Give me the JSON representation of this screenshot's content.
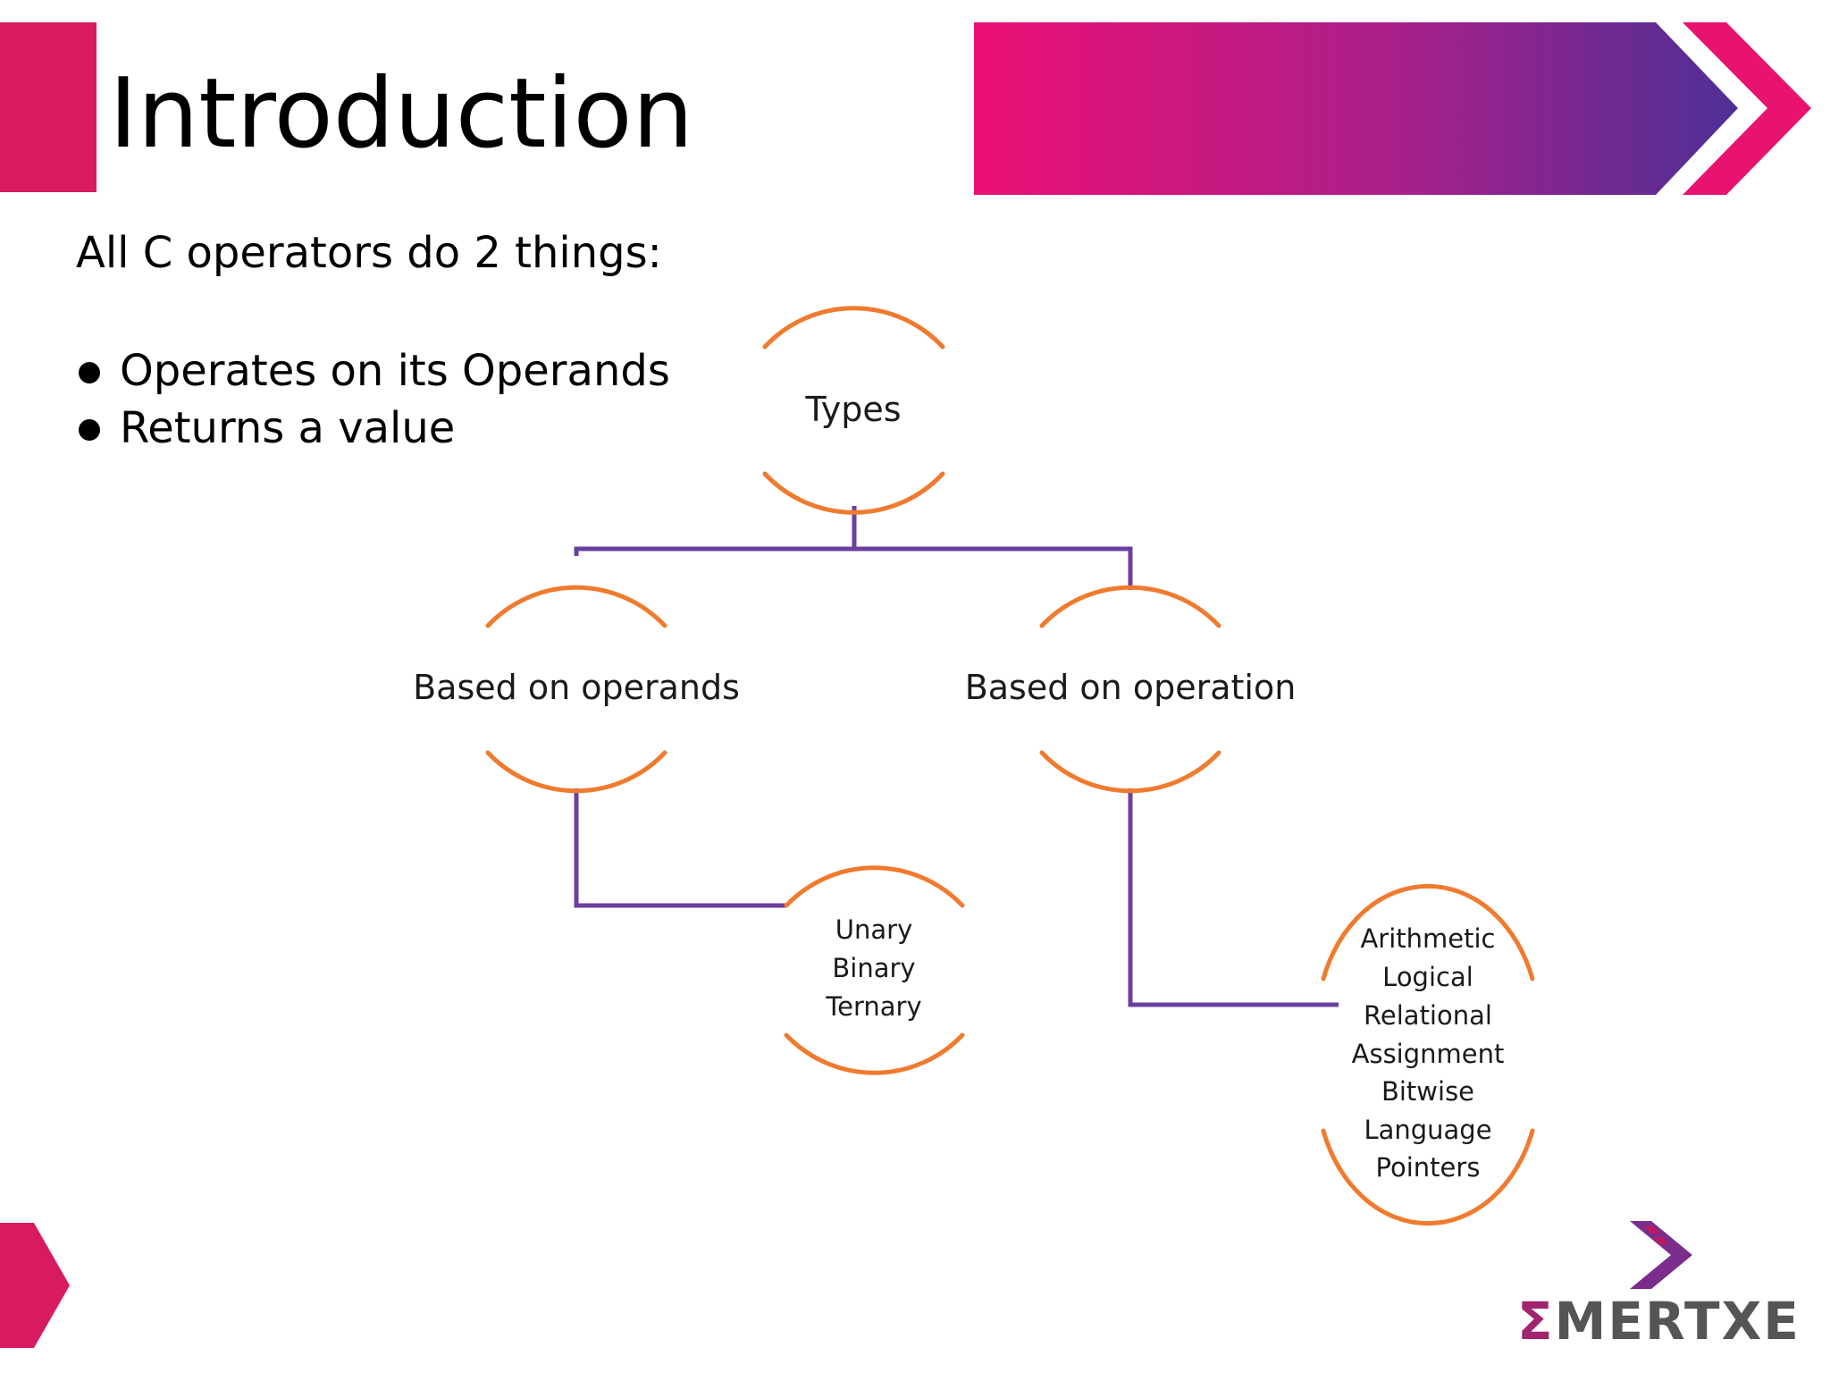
{
  "slide": {
    "title": "Introduction",
    "intro": "All C operators do 2 things:",
    "bullets": [
      "Operates on its Operands",
      "Returns a value"
    ]
  },
  "diagram": {
    "root": {
      "label": "Types"
    },
    "branches": [
      {
        "label": "Based on operands",
        "children": [
          "Unary",
          "Binary",
          "Ternary"
        ]
      },
      {
        "label": "Based on operation",
        "children": [
          "Arithmetic",
          "Logical",
          "Relational",
          "Assignment",
          "Bitwise",
          "Language",
          "Pointers"
        ]
      }
    ]
  },
  "logo": {
    "mark": "Σ",
    "text": "MERTXE"
  },
  "colors": {
    "magenta": "#e8126f",
    "purple": "#5b2d91",
    "connector": "#6b3fa0",
    "arc": "#f07a2e",
    "accent": "#d81b60"
  }
}
